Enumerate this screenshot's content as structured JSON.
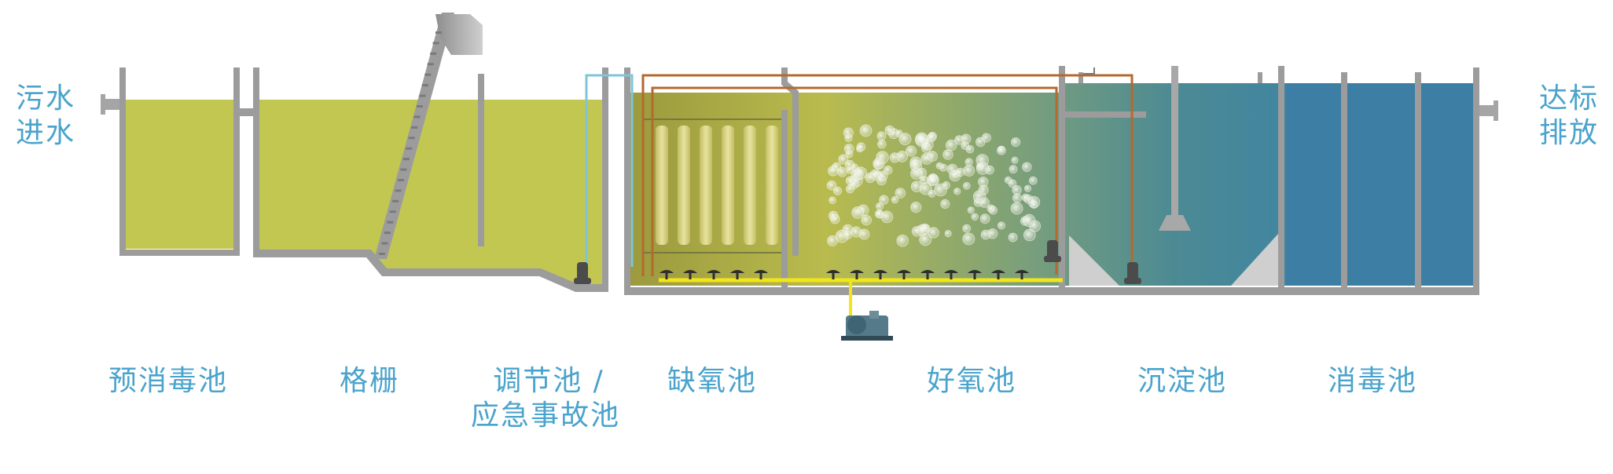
{
  "colors": {
    "label": "#4aa3cc",
    "wall": "#9c9c9c",
    "water_yellow": "#c2c752",
    "water_teal": "#4a8a96",
    "water_blue": "#3d7ea5",
    "air_line": "#f2e51a",
    "pipe_orange": "#b5692f",
    "pipe_cyan": "#7cc6d8"
  },
  "side_labels": {
    "inlet": [
      "污水",
      "进水"
    ],
    "outlet": [
      "达标",
      "排放"
    ]
  },
  "tanks": [
    {
      "id": "pre-disinfection",
      "label": "预消毒池"
    },
    {
      "id": "screen",
      "label": "格栅"
    },
    {
      "id": "regulating",
      "label": "调节池 /",
      "label2": "应急事故池"
    },
    {
      "id": "anoxic",
      "label": "缺氧池"
    },
    {
      "id": "aerobic",
      "label": "好氧池"
    },
    {
      "id": "sedimentation",
      "label": "沉淀池"
    },
    {
      "id": "disinfection",
      "label": "消毒池"
    }
  ],
  "icons": {
    "pump": "submersible-pump-icon",
    "blower": "air-blower-icon",
    "diffuser": "air-diffuser-icon",
    "bubble": "air-bubble-icon"
  }
}
